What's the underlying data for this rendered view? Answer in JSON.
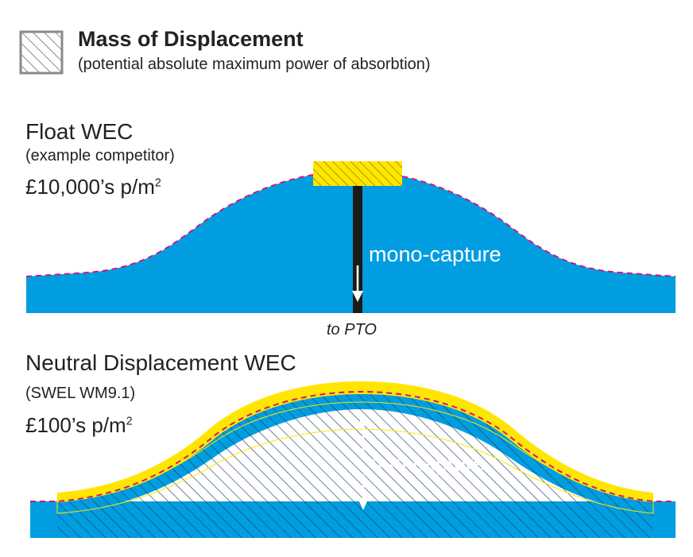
{
  "legend": {
    "title": "Mass of  Displacement",
    "subtitle": "(potential absolute maximum power of absorbtion)",
    "swatch_icon": "hatched-square"
  },
  "float_wec": {
    "title": "Float WEC",
    "note": "(example competitor)",
    "cost_prefix": "£10,000’s p/m",
    "cost_sup": "2",
    "capture_label": "mono-capture",
    "pto_label": "to PTO"
  },
  "neutral_wec": {
    "title": "Neutral Displacement WEC",
    "note": "(SWEL WM9.1)",
    "cost_prefix": "£100’s p/m",
    "cost_sup": "2",
    "capture_label": "duo-capture"
  },
  "colors": {
    "water": "#009ee0",
    "float": "#ffe600",
    "surface_dash": "#d4147a",
    "rod": "#1a1a1a",
    "hatch": "#1f3f66"
  }
}
